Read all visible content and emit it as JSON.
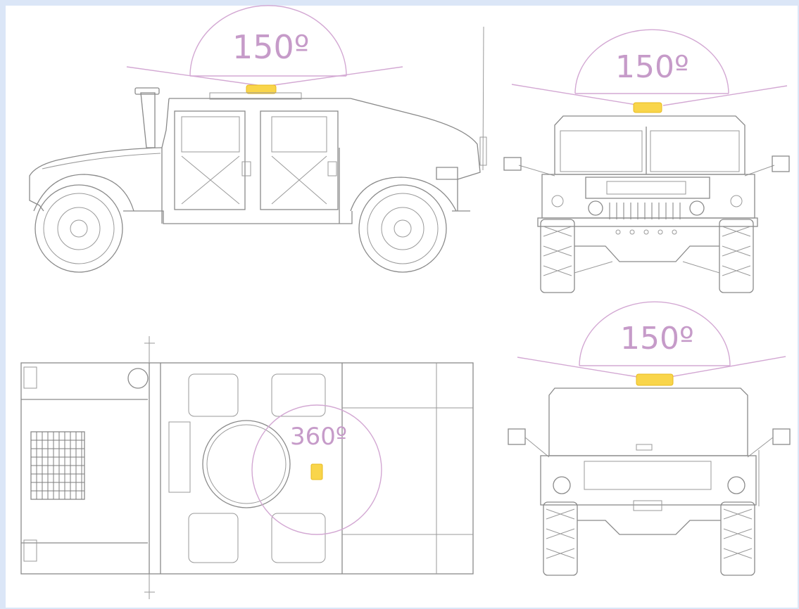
{
  "views": {
    "side": {
      "fov_label": "150º"
    },
    "front": {
      "fov_label": "150º"
    },
    "top": {
      "fov_label": "360º"
    },
    "rear": {
      "fov_label": "150º"
    }
  },
  "colors": {
    "background": "#dbe6f7",
    "line": "#8a8a8a",
    "fov_arc": "#d3a8d3",
    "fov_text": "#c69bc9",
    "sensor": "#f9d54a"
  }
}
